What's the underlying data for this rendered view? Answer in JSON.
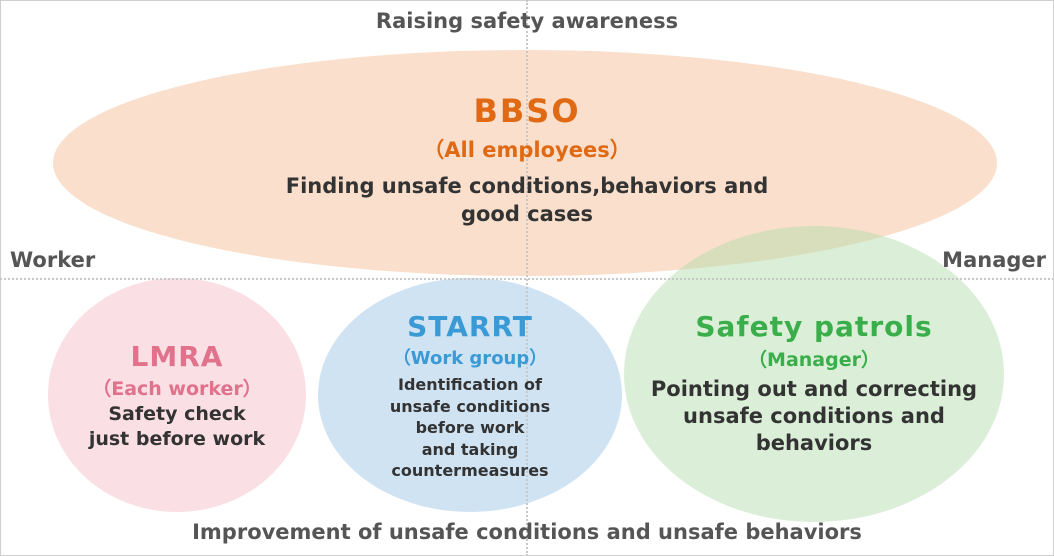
{
  "axes": {
    "top": "Raising safety awareness",
    "bottom": "Improvement of unsafe conditions and unsafe behaviors",
    "left": "Worker",
    "right": "Manager"
  },
  "bbso": {
    "title": "BBSO",
    "subtitle": "（All employees）",
    "description_lines": [
      "Finding unsafe conditions,behaviors and",
      "good cases"
    ],
    "color": "#e06a14"
  },
  "lmra": {
    "title": "LMRA",
    "subtitle": "（Each worker）",
    "description_lines": [
      "Safety check",
      "just before work"
    ],
    "color": "#e0728c"
  },
  "starrt": {
    "title": "STARRT",
    "subtitle": "（Work group）",
    "description_lines": [
      "Identification of",
      "unsafe conditions",
      "before work",
      "and taking",
      "countermeasures"
    ],
    "color": "#3a9ad6"
  },
  "safety_patrols": {
    "title": "Safety patrols",
    "subtitle": "（Manager）",
    "description_lines": [
      "Pointing out and correcting",
      "unsafe conditions and",
      "behaviors"
    ],
    "color": "#3aae4a"
  }
}
